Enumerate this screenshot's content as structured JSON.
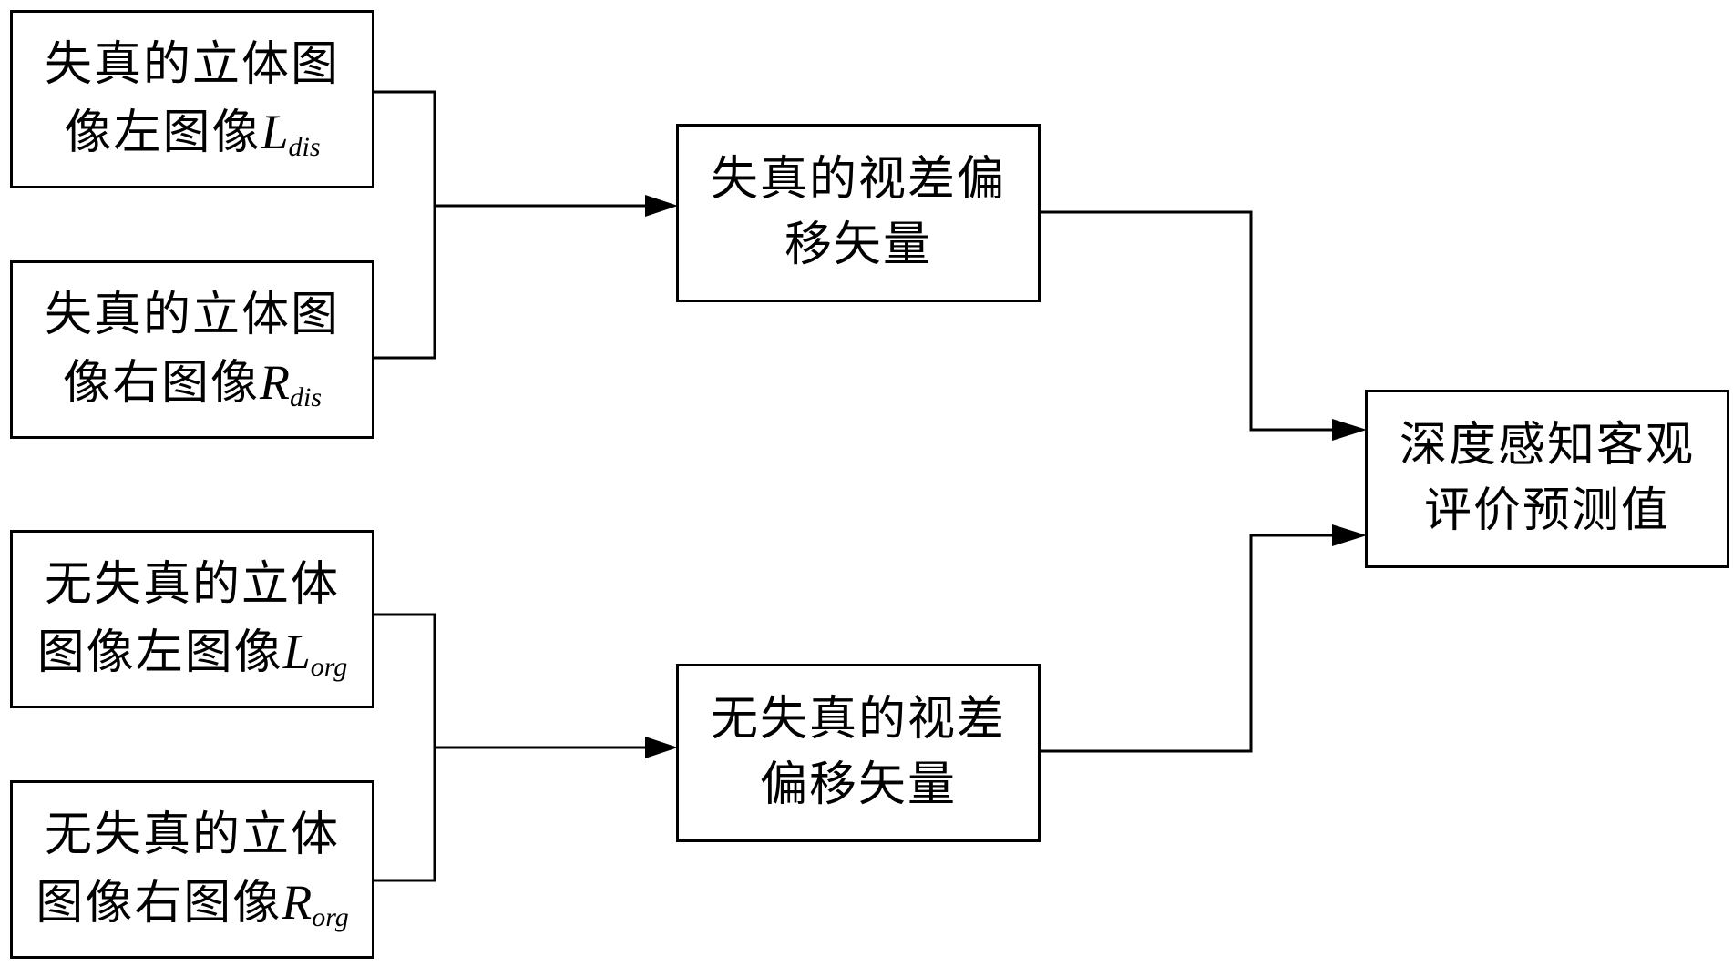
{
  "boxes": {
    "dist_left": {
      "line1": "失真的立体图",
      "line2_prefix": "像左图像",
      "symbol": "L",
      "subscript": "dis"
    },
    "dist_right": {
      "line1": "失真的立体图",
      "line2_prefix": "像右图像",
      "symbol": "R",
      "subscript": "dis"
    },
    "orig_left": {
      "line1": "无失真的立体",
      "line2_prefix": "图像左图像",
      "symbol": "L",
      "subscript": "org"
    },
    "orig_right": {
      "line1": "无失真的立体",
      "line2_prefix": "图像右图像",
      "symbol": "R",
      "subscript": "org"
    },
    "dist_disparity": {
      "line1": "失真的视差偏",
      "line2": "移矢量"
    },
    "orig_disparity": {
      "line1": "无失真的视差",
      "line2": "偏移矢量"
    },
    "result": {
      "line1": "深度感知客观",
      "line2": "评价预测值"
    }
  },
  "colors": {
    "stroke": "#000000",
    "background": "#ffffff"
  }
}
